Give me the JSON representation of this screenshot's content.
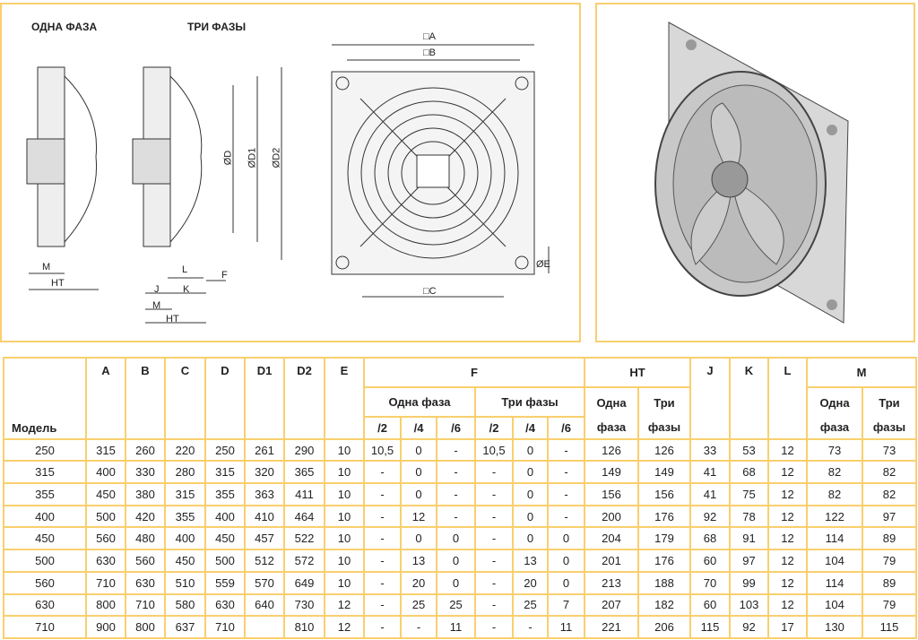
{
  "drawings": {
    "one_phase": "ОДНА ФАЗА",
    "three_phase": "ТРИ ФАЗЫ",
    "dims": {
      "M": "M",
      "HT": "HT",
      "L": "L",
      "F": "F",
      "J": "J",
      "K": "K",
      "D": "ØD",
      "D1": "ØD1",
      "D2": "ØD2",
      "A": "□A",
      "B": "□B",
      "C": "□C",
      "E": "ØE"
    }
  },
  "table": {
    "model_header": "Модель",
    "cols": [
      "A",
      "B",
      "C",
      "D",
      "D1",
      "D2",
      "E"
    ],
    "F": "F",
    "HT": "HT",
    "J": "J",
    "K": "K",
    "L": "L",
    "M": "M",
    "one_phase": "Одна фаза",
    "three_phase": "Три фазы",
    "one": "Одна",
    "three": "Три",
    "phase_one": "фаза",
    "phase_three": "фазы",
    "sub": [
      "/2",
      "/4",
      "/6"
    ],
    "rows": [
      [
        "250",
        "315",
        "260",
        "220",
        "250",
        "261",
        "290",
        "10",
        "10,5",
        "0",
        "-",
        "10,5",
        "0",
        "-",
        "126",
        "126",
        "33",
        "53",
        "12",
        "73",
        "73"
      ],
      [
        "315",
        "400",
        "330",
        "280",
        "315",
        "320",
        "365",
        "10",
        "-",
        "0",
        "-",
        "-",
        "0",
        "-",
        "149",
        "149",
        "41",
        "68",
        "12",
        "82",
        "82"
      ],
      [
        "355",
        "450",
        "380",
        "315",
        "355",
        "363",
        "411",
        "10",
        "-",
        "0",
        "-",
        "-",
        "0",
        "-",
        "156",
        "156",
        "41",
        "75",
        "12",
        "82",
        "82"
      ],
      [
        "400",
        "500",
        "420",
        "355",
        "400",
        "410",
        "464",
        "10",
        "-",
        "12",
        "-",
        "-",
        "0",
        "-",
        "200",
        "176",
        "92",
        "78",
        "12",
        "122",
        "97"
      ],
      [
        "450",
        "560",
        "480",
        "400",
        "450",
        "457",
        "522",
        "10",
        "-",
        "0",
        "0",
        "-",
        "0",
        "0",
        "204",
        "179",
        "68",
        "91",
        "12",
        "114",
        "89"
      ],
      [
        "500",
        "630",
        "560",
        "450",
        "500",
        "512",
        "572",
        "10",
        "-",
        "13",
        "0",
        "-",
        "13",
        "0",
        "201",
        "176",
        "60",
        "97",
        "12",
        "104",
        "79"
      ],
      [
        "560",
        "710",
        "630",
        "510",
        "559",
        "570",
        "649",
        "10",
        "-",
        "20",
        "0",
        "-",
        "20",
        "0",
        "213",
        "188",
        "70",
        "99",
        "12",
        "114",
        "89"
      ],
      [
        "630",
        "800",
        "710",
        "580",
        "630",
        "640",
        "730",
        "12",
        "-",
        "25",
        "25",
        "-",
        "25",
        "7",
        "207",
        "182",
        "60",
        "103",
        "12",
        "104",
        "79"
      ],
      [
        "710",
        "900",
        "800",
        "637",
        "710",
        "",
        "810",
        "12",
        "-",
        "-",
        "11",
        "-",
        "-",
        "11",
        "221",
        "206",
        "115",
        "92",
        "17",
        "130",
        "115"
      ]
    ]
  }
}
